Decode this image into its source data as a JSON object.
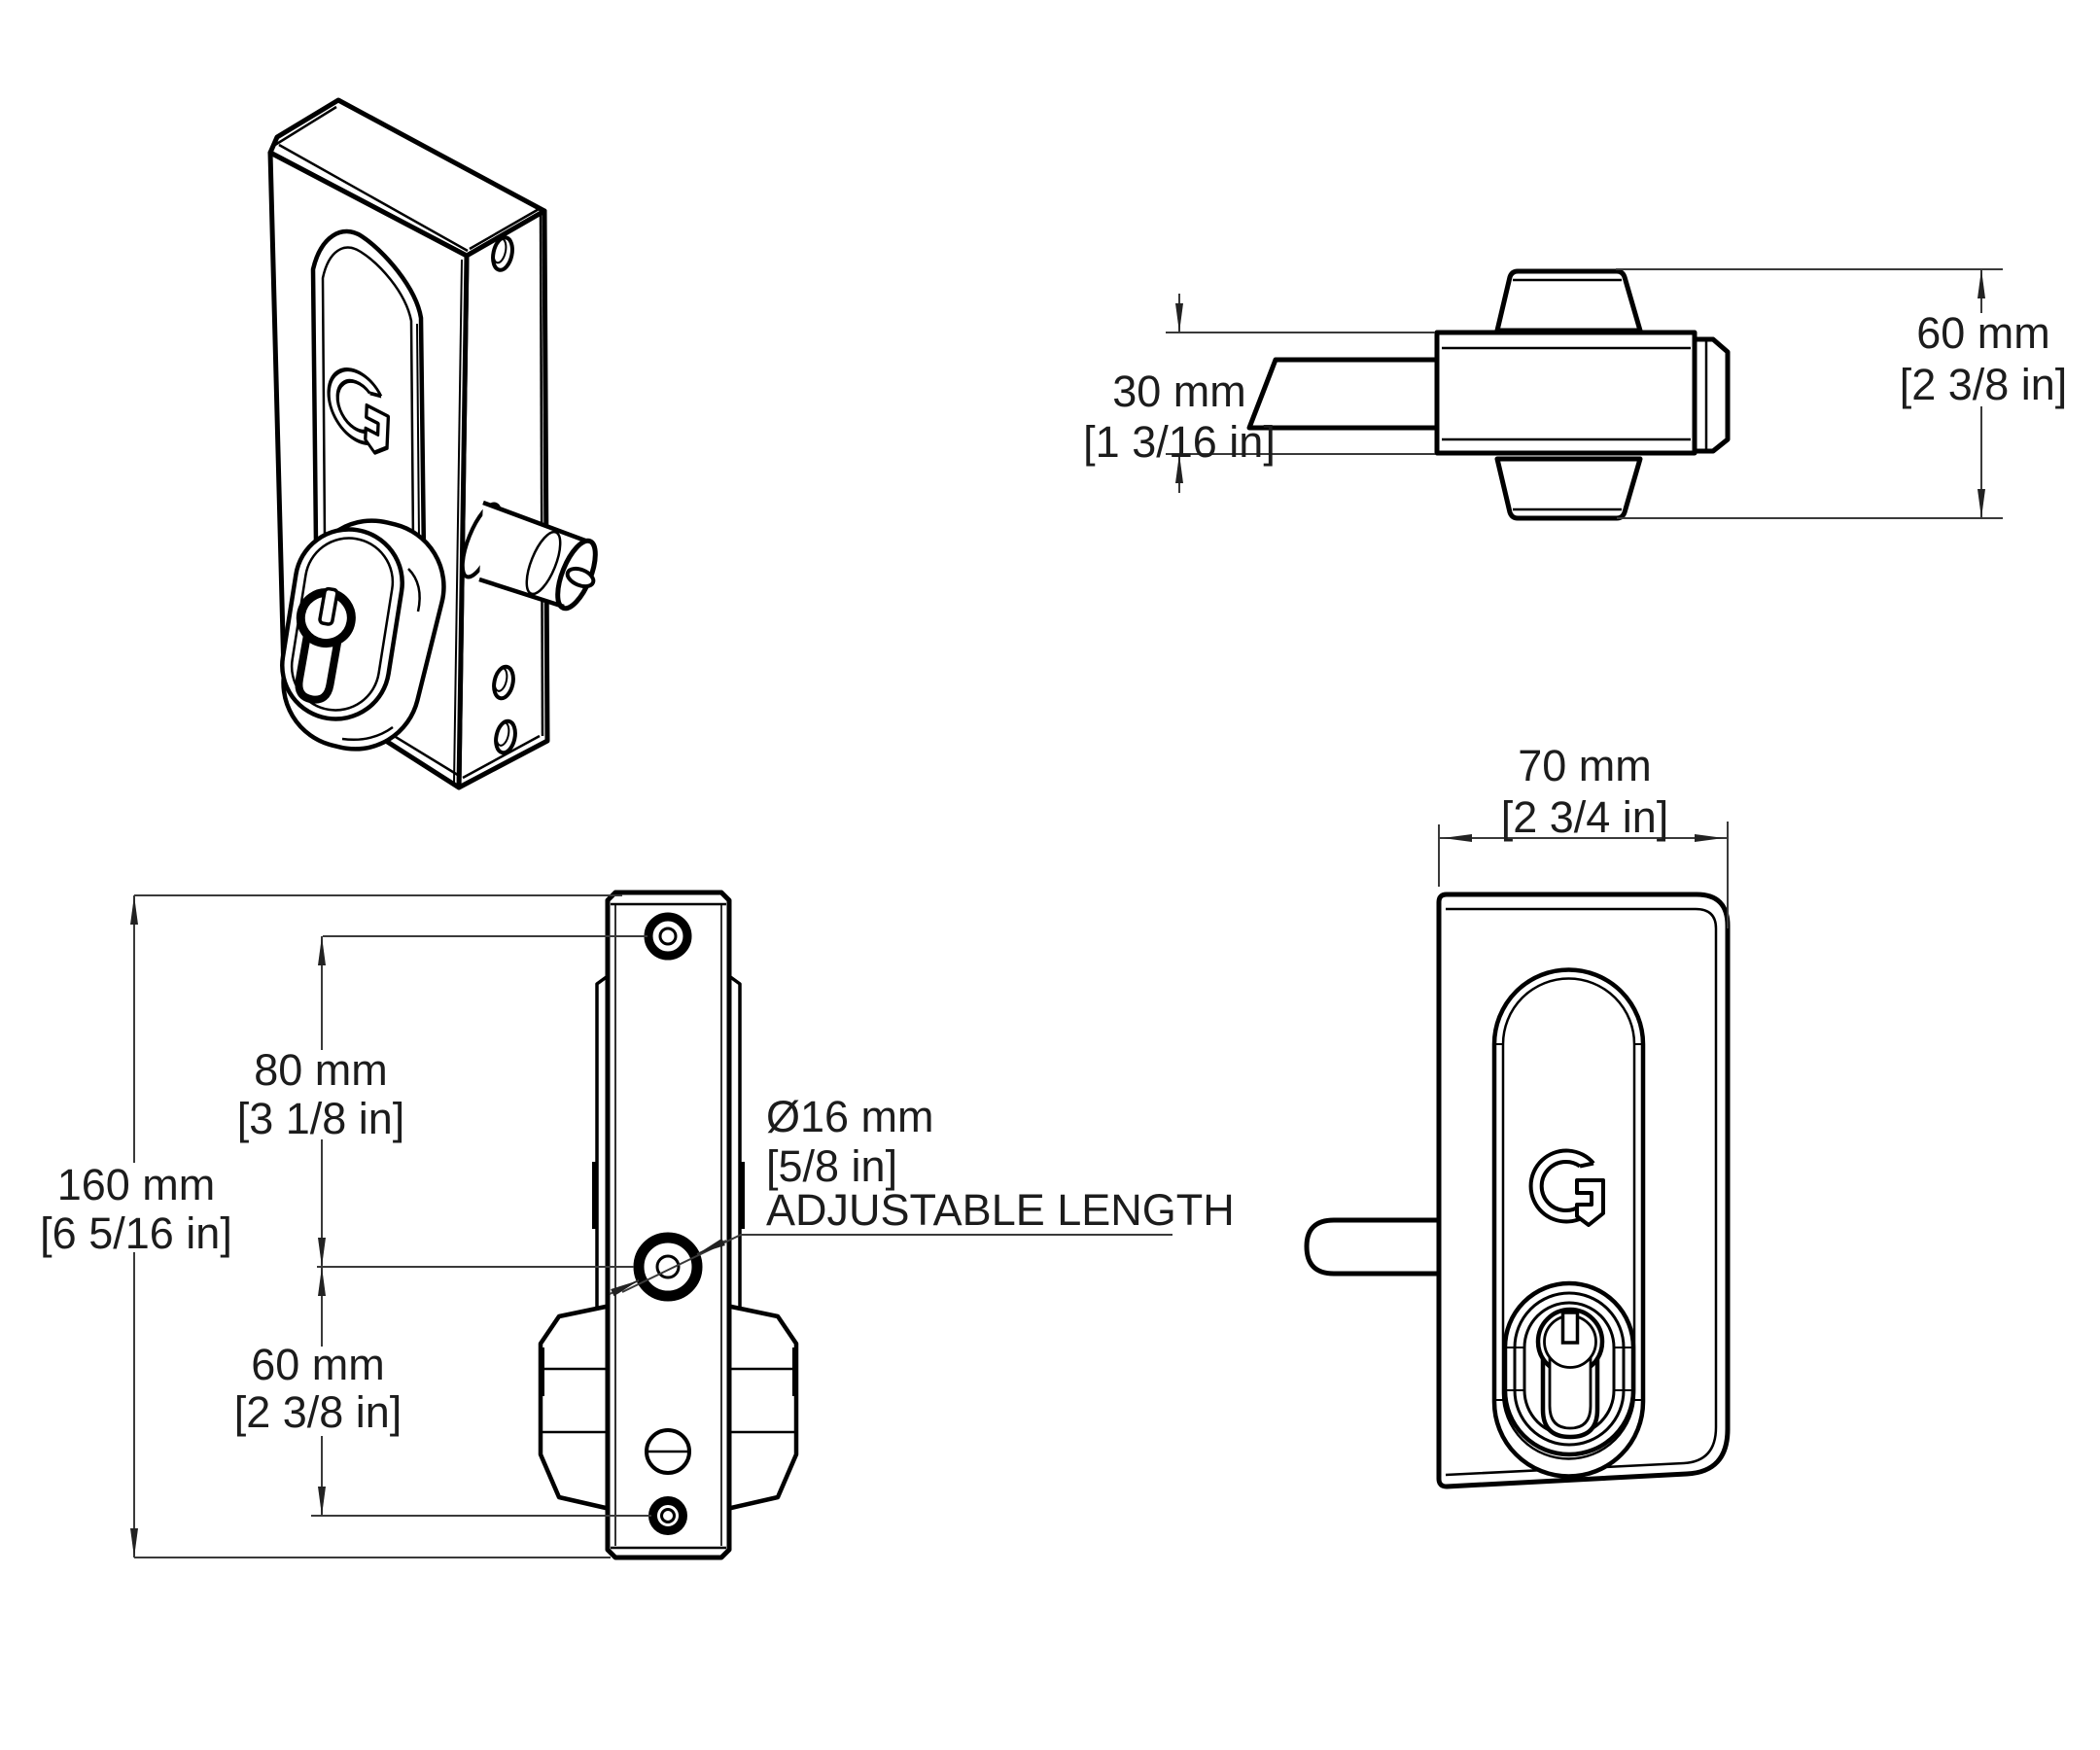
{
  "drawing": {
    "background": "#ffffff",
    "stroke_color": "#000000",
    "dim_line_color": "#3a3a3a",
    "text_color": "#1c1c1c",
    "logo_letter": "G",
    "views": {
      "isometric": {
        "label": "isometric-view"
      },
      "top": {
        "dims": {
          "body_height": {
            "metric": "30 mm",
            "imperial": "[1 3/16 in]"
          },
          "overall_height": {
            "metric": "60 mm",
            "imperial": "[2 3/8 in]"
          }
        }
      },
      "side": {
        "dims": {
          "overall_length": {
            "metric": "160 mm",
            "imperial": "[6 5/16 in]"
          },
          "hole_to_pin": {
            "metric": "80 mm",
            "imperial": "[3 1/8 in]"
          },
          "pin_to_hole": {
            "metric": "60 mm",
            "imperial": "[2 3/8 in]"
          },
          "pin_diameter": {
            "metric": "Ø16 mm",
            "imperial": "[5/8 in]",
            "note": "ADJUSTABLE LENGTH"
          }
        }
      },
      "front": {
        "dims": {
          "width": {
            "metric": "70 mm",
            "imperial": "[2 3/4 in]"
          }
        }
      }
    }
  }
}
